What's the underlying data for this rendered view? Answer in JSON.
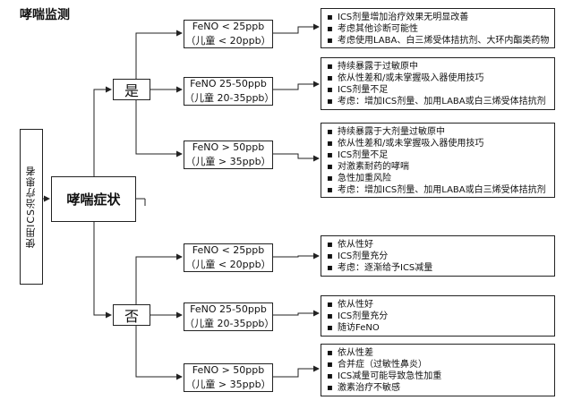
{
  "title": "哮喘监测",
  "patient_label": "使用ICS治疗患者",
  "symptom_label": "哮喘症状",
  "yes_label": "是",
  "no_label": "否",
  "yes_branches": [
    {
      "feno": "FeNO < 25ppb",
      "child": "（儿童 < 20ppb）",
      "items": [
        "ICS剂量增加治疗效果无明显改善",
        "考虑其他诊断可能性",
        "考虑使用LABA、白三烯受体拮抗剂、大环内酯类药物"
      ]
    },
    {
      "feno": "FeNO 25-50ppb",
      "child": "（儿童 20-35ppb）",
      "items": [
        "持续暴露于过敏原中",
        "依从性差和/或未掌握吸入器使用技巧",
        "ICS剂量不足",
        "考虑：增加ICS剂量、加用LABA或白三烯受体拮抗剂"
      ]
    },
    {
      "feno": "FeNO > 50ppb",
      "child": "（儿童 > 35ppb）",
      "items": [
        "持续暴露于大剂量过敏原中",
        "依从性差和/或未掌握吸入器使用技巧",
        "ICS剂量不足",
        "对激素耐药的哮喘",
        "急性加重风险",
        "考虑：增加ICS剂量、加用LABA或白三烯受体拮抗剂"
      ]
    }
  ],
  "no_branches": [
    {
      "feno": "FeNO < 25ppb",
      "child": "（儿童 < 20ppb）",
      "items": [
        "依从性好",
        "ICS剂量充分",
        "考虑：逐渐给予ICS减量"
      ]
    },
    {
      "feno": "FeNO 25-50ppb",
      "child": "（儿童 20-35ppb）",
      "items": [
        "依从性好",
        "ICS剂量充分",
        "随访FeNO"
      ]
    },
    {
      "feno": "FeNO > 50ppb",
      "child": "（儿童 > 35ppb）",
      "items": [
        "依从性差",
        "合并症（过敏性鼻炎）",
        "ICS减量可能导致急性加重",
        "激素治疗不敏感"
      ]
    }
  ]
}
